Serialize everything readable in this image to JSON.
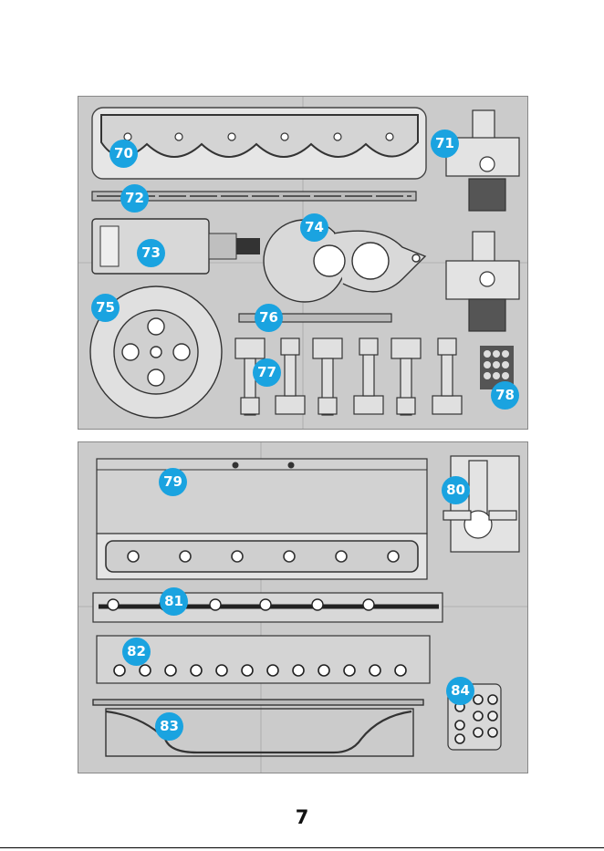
{
  "sheets": [
    {
      "name": "sprue-sheet-top",
      "parts": [
        {
          "id": "part-70",
          "label": "70"
        },
        {
          "id": "part-71",
          "label": "71"
        },
        {
          "id": "part-72",
          "label": "72"
        },
        {
          "id": "part-73",
          "label": "73"
        },
        {
          "id": "part-74",
          "label": "74"
        },
        {
          "id": "part-75",
          "label": "75"
        },
        {
          "id": "part-76",
          "label": "76"
        },
        {
          "id": "part-77",
          "label": "77"
        },
        {
          "id": "part-78",
          "label": "78"
        }
      ]
    },
    {
      "name": "sprue-sheet-bottom",
      "parts": [
        {
          "id": "part-79",
          "label": "79"
        },
        {
          "id": "part-80",
          "label": "80"
        },
        {
          "id": "part-81",
          "label": "81"
        },
        {
          "id": "part-82",
          "label": "82"
        },
        {
          "id": "part-83",
          "label": "83"
        },
        {
          "id": "part-84",
          "label": "84"
        }
      ]
    }
  ],
  "colors": {
    "badge": "#1aa3e0",
    "panel": "#cbcbcb",
    "part_dark": "#3a3a3a"
  },
  "page_number": "7"
}
